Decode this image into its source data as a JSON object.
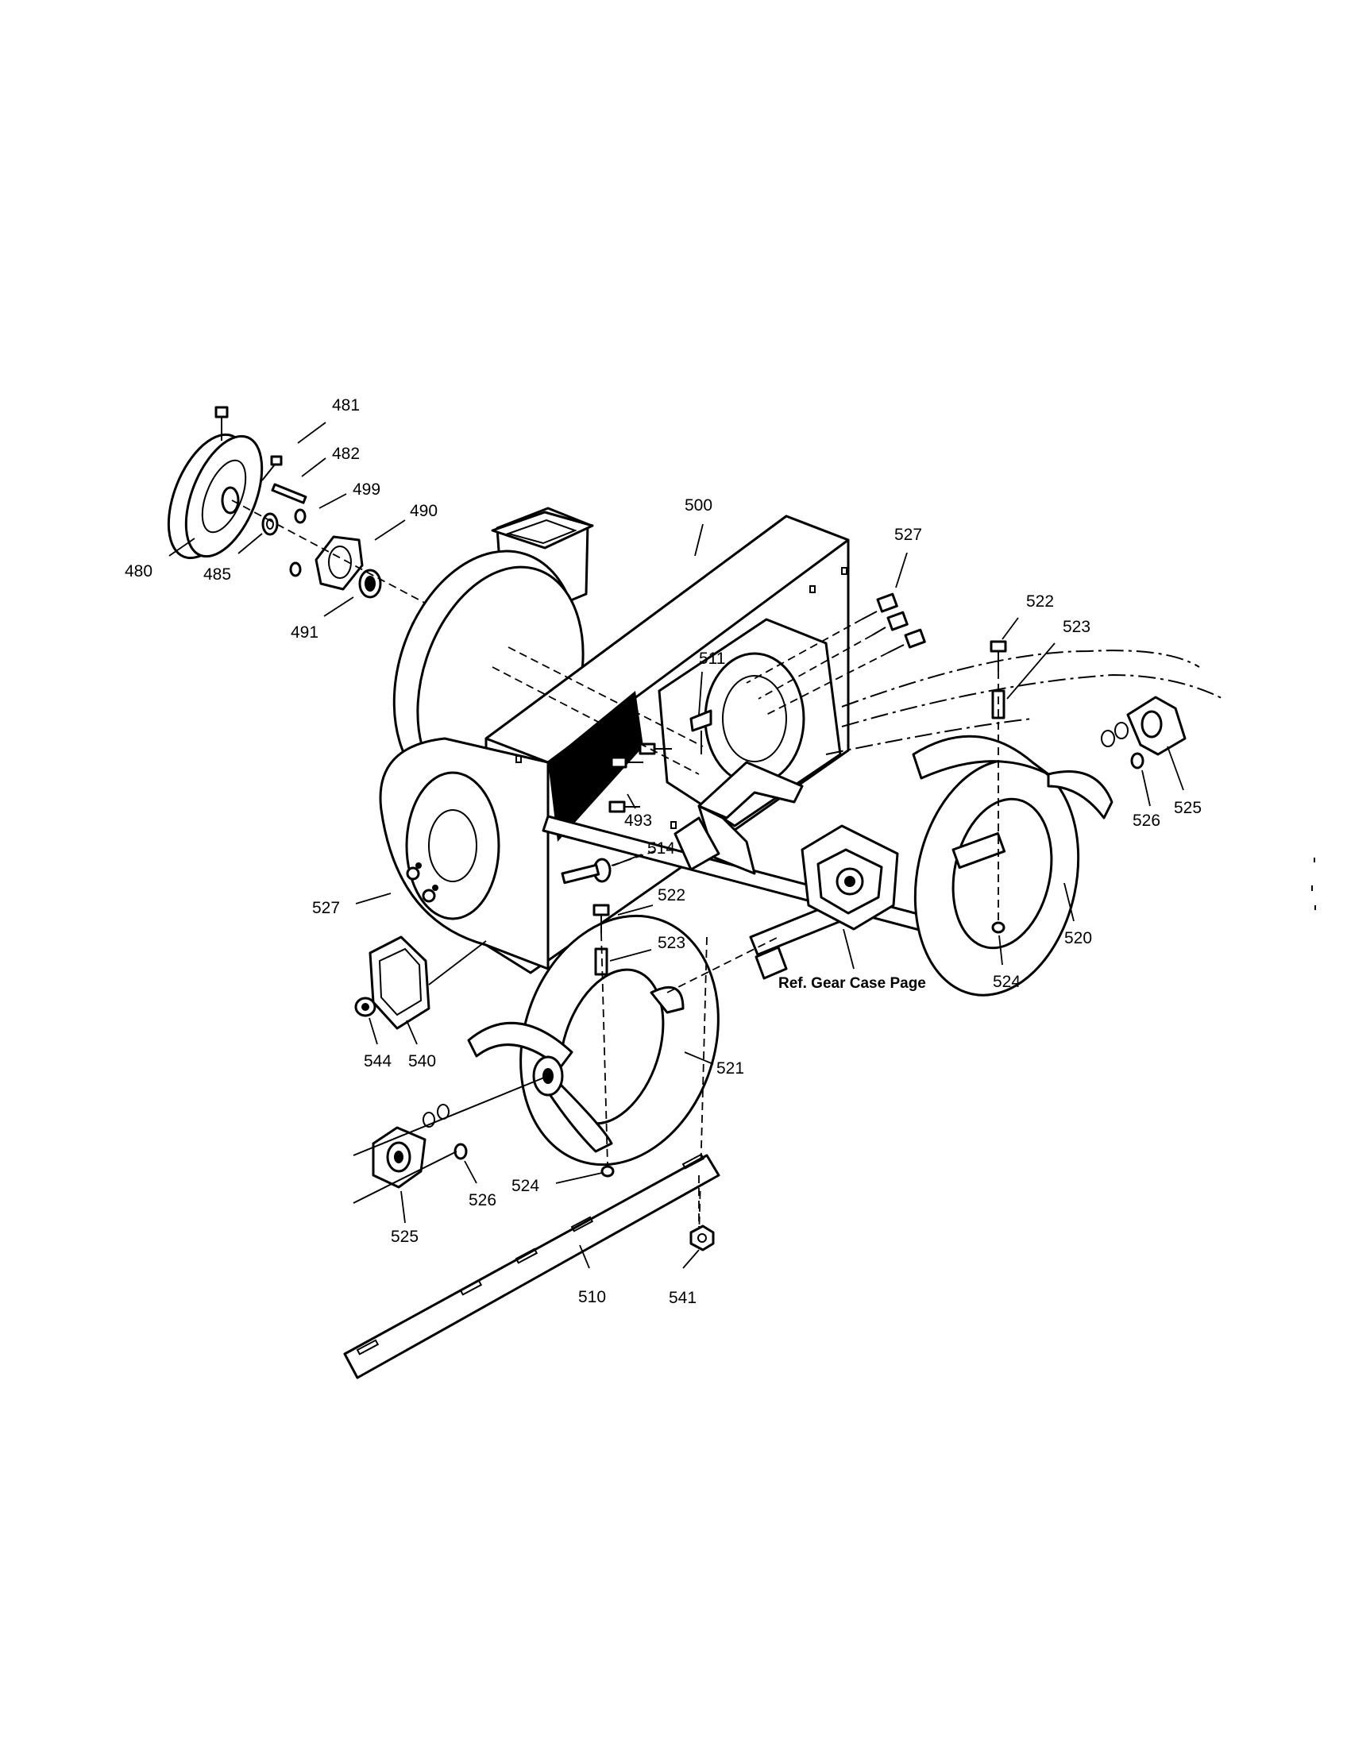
{
  "figure": {
    "callouts": [
      {
        "id": "c-481",
        "text": "481"
      },
      {
        "id": "c-482",
        "text": "482"
      },
      {
        "id": "c-499",
        "text": "499"
      },
      {
        "id": "c-490",
        "text": "490"
      },
      {
        "id": "c-480",
        "text": "480"
      },
      {
        "id": "c-485",
        "text": "485"
      },
      {
        "id": "c-491",
        "text": "491"
      },
      {
        "id": "c-500",
        "text": "500"
      },
      {
        "id": "c-527a",
        "text": "527"
      },
      {
        "id": "c-522a",
        "text": "522"
      },
      {
        "id": "c-523a",
        "text": "523"
      },
      {
        "id": "c-511",
        "text": "511"
      },
      {
        "id": "c-493",
        "text": "493"
      },
      {
        "id": "c-525a",
        "text": "525"
      },
      {
        "id": "c-526a",
        "text": "526"
      },
      {
        "id": "c-514",
        "text": "514"
      },
      {
        "id": "c-522b",
        "text": "522"
      },
      {
        "id": "c-523b",
        "text": "523"
      },
      {
        "id": "c-527b",
        "text": "527"
      },
      {
        "id": "c-520",
        "text": "520"
      },
      {
        "id": "c-524a",
        "text": "524"
      },
      {
        "id": "c-521",
        "text": "521"
      },
      {
        "id": "c-544",
        "text": "544"
      },
      {
        "id": "c-540",
        "text": "540"
      },
      {
        "id": "c-524b",
        "text": "524"
      },
      {
        "id": "c-526b",
        "text": "526"
      },
      {
        "id": "c-525b",
        "text": "525"
      },
      {
        "id": "c-510",
        "text": "510"
      },
      {
        "id": "c-541",
        "text": "541"
      }
    ],
    "reference_note": "Ref. Gear Case Page"
  }
}
